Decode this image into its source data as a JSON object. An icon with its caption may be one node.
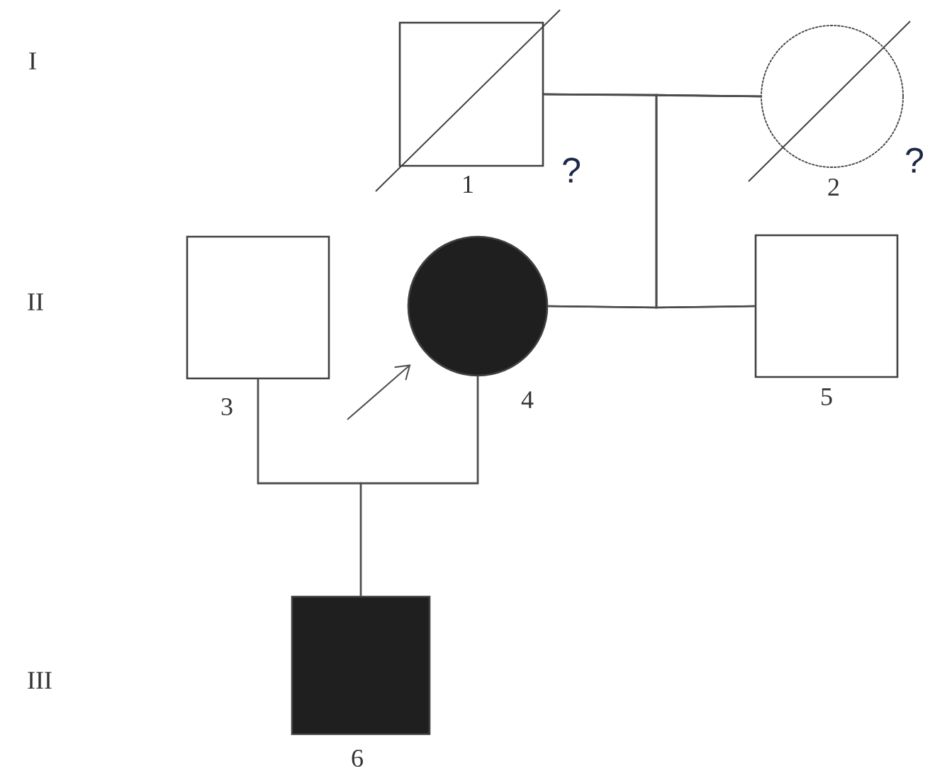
{
  "diagram": {
    "nodes": [
      {
        "text": [],
        "shape": "box",
        "beside": [
          "1",
          "?"
        ]
      },
      {
        "text": [],
        "shape": "circle",
        "beside": [
          "2",
          "?"
        ]
      },
      {
        "text": [],
        "shape": "box",
        "beside": [
          "3"
        ]
      },
      {
        "text": [],
        "shape": "circle",
        "beside": [
          "4"
        ]
      },
      {
        "text": [],
        "shape": "box",
        "beside": [
          "5"
        ]
      },
      {
        "text": [],
        "shape": "box",
        "beside": [
          "6"
        ]
      }
    ],
    "edges": [
      {
        "from": 0,
        "to": 1,
        "arrow": "none"
      },
      {
        "from": 0,
        "to": 3,
        "arrow": "none"
      },
      {
        "from": 0,
        "to": 4,
        "arrow": "none"
      },
      {
        "from": 1,
        "to": 3,
        "arrow": "none"
      },
      {
        "from": 1,
        "to": 4,
        "arrow": "none"
      },
      {
        "from": 2,
        "to": 3,
        "arrow": "none"
      },
      {
        "from": 2,
        "to": 5,
        "arrow": "none"
      },
      {
        "from": 3,
        "to": 5,
        "arrow": "none"
      },
      {
        "from": null,
        "to": 3,
        "arrow": "to"
      }
    ],
    "labels": [
      "I",
      "II",
      "III"
    ]
  }
}
